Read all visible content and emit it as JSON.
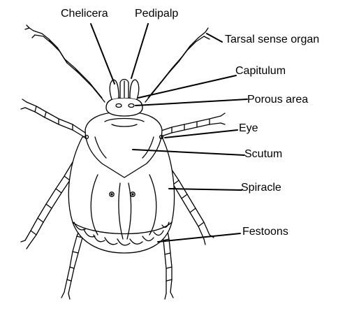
{
  "labels": {
    "chelicera": "Chelicera",
    "pedipalp": "Pedipalp",
    "tarsal_sense_organ": "Tarsal sense organ",
    "capitulum": "Capitulum",
    "porous_area": "Porous area",
    "eye": "Eye",
    "scutum": "Scutum",
    "spiracle": "Spiracle",
    "festoons": "Festoons"
  }
}
